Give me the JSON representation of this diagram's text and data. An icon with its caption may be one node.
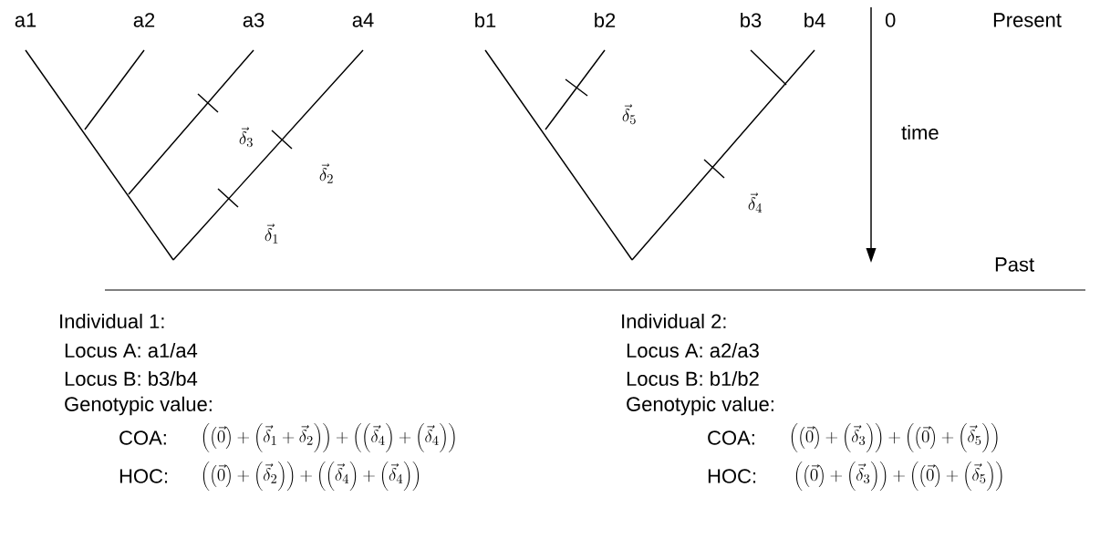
{
  "diagram": {
    "labels": [
      "a1",
      "a2",
      "a3",
      "a4",
      "b1",
      "b2",
      "b3",
      "b4",
      "0",
      "Present",
      "\\vec{\\delta}_5",
      "\\vec{\\delta}_3",
      "time",
      "\\vec{\\delta}_2",
      "\\vec{\\delta}_4",
      "\\vec{\\delta}_1",
      "Past",
      "Individual 1:",
      "Individual 2:",
      "Locus A: a1/a4",
      "Locus A: a2/a3",
      "Locus B: b3/b4",
      "Locus B: b1/b2",
      "Genotypic value:",
      "Genotypic value:",
      "COA:",
      "\\left(\\left(\\vec{0}\\right)+\\left(\\vec{\\delta}_1+\\vec{\\delta}_2\\right)\\right)+\\left(\\left(\\vec{\\delta}_4\\right)+\\left(\\vec{\\delta}_4\\right)\\right)",
      "COA:",
      "\\left(\\left(\\vec{0}\\right)+\\left(\\vec{\\delta}_3\\right)\\right)+\\left(\\left(\\vec{0}\\right)+\\left(\\vec{\\delta}_5\\right)\\right)",
      "HOC:",
      "\\left(\\left(\\vec{0}\\right)+\\left(\\vec{\\delta}_2\\right)\\right)+\\left(\\left(\\vec{\\delta}_4\\right)+\\left(\\vec{\\delta}_4\\right)\\right)",
      "HOC:",
      "\\left(\\left(\\vec{0}\\right)+\\left(\\vec{\\delta}_3\\right)\\right)+\\left(\\left(\\vec{0}\\right)+\\left(\\vec{\\delta}_5\\right)\\right)"
    ]
  }
}
